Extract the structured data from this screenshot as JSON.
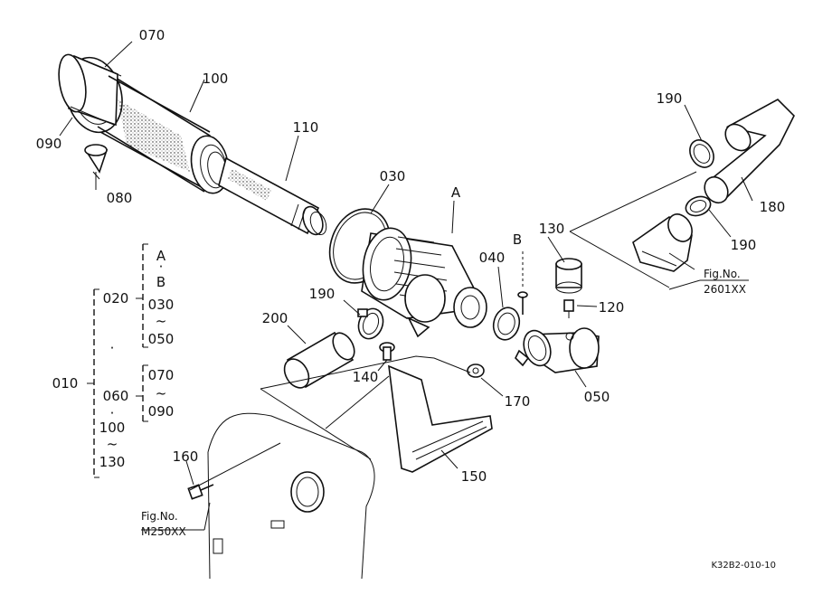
{
  "parts": {
    "p070": "070",
    "p100": "100",
    "p090": "090",
    "p080": "080",
    "p110": "110",
    "p030": "030",
    "pA": "A",
    "p190a": "190",
    "p180": "180",
    "p190b": "190",
    "p040": "040",
    "pB": "B",
    "p130": "130",
    "p120": "120",
    "p190c": "190",
    "p200": "200",
    "p140": "140",
    "p170": "170",
    "p050": "050",
    "p150": "150",
    "p160": "160"
  },
  "tree": {
    "t010": "010",
    "t020": "020",
    "t060": "060",
    "tA": "A",
    "tB": "B",
    "t030": "030",
    "t050": "050",
    "t070": "070",
    "t090": "090",
    "t100": "100",
    "t130": "130",
    "tilde": "~",
    "dot": "·"
  },
  "refs": {
    "fig1_label": "Fig.No.",
    "fig1_num": "2601XX",
    "fig2_label": "Fig.No.",
    "fig2_num": "M250XX"
  },
  "drawing_code": "K32B2-010-10"
}
